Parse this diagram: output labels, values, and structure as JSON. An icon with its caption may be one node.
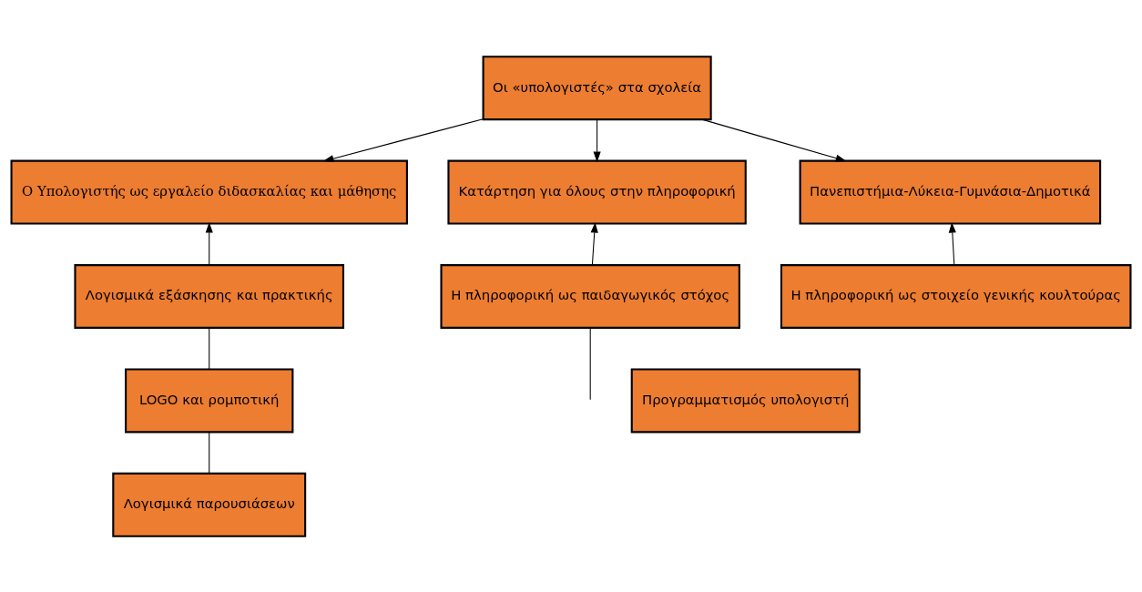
{
  "diagram": {
    "nodes": [
      {
        "text": [
          "Οι «υπολογιστές» στα σχολεία"
        ]
      },
      {
        "text": [
          "Ο Υπολογιστής ως εργαλείο διδασκαλίας και μάθησης"
        ]
      },
      {
        "text": [
          "Κατάρτηση για όλους στην πληροφορική"
        ]
      },
      {
        "text": [
          "Πανεπιστήμια-Λύκεια-Γυμνάσια-Δημοτικά"
        ]
      },
      {
        "text": [
          "Λογισμικά εξάσκησης και πρακτικής"
        ]
      },
      {
        "text": [
          "Η πληροφορική ως παιδαγωγικός στόχος"
        ]
      },
      {
        "text": [
          "Η πληροφορική ως στοιχείο γενικής κουλτούρας"
        ]
      },
      {
        "text": [
          "LOGO και ρομποτική"
        ]
      },
      {
        "text": [
          "Προγραμματισμός υπολογιστή"
        ]
      },
      {
        "text": [
          "Λογισμικά παρουσιάσεων"
        ]
      }
    ],
    "edges": [
      {
        "from": 0,
        "to": 1,
        "arrow": "to"
      },
      {
        "from": 0,
        "to": 2,
        "arrow": "to"
      },
      {
        "from": 0,
        "to": 3,
        "arrow": "to"
      },
      {
        "from": 4,
        "to": 1,
        "arrow": "to"
      },
      {
        "from": 5,
        "to": 2,
        "arrow": "to"
      },
      {
        "from": 6,
        "to": 3,
        "arrow": "to"
      },
      {
        "from": 4,
        "to": 7,
        "arrow": "none"
      },
      {
        "from": 7,
        "to": 9,
        "arrow": "none"
      },
      {
        "from": 5,
        "to": null,
        "arrow": "none"
      }
    ]
  }
}
